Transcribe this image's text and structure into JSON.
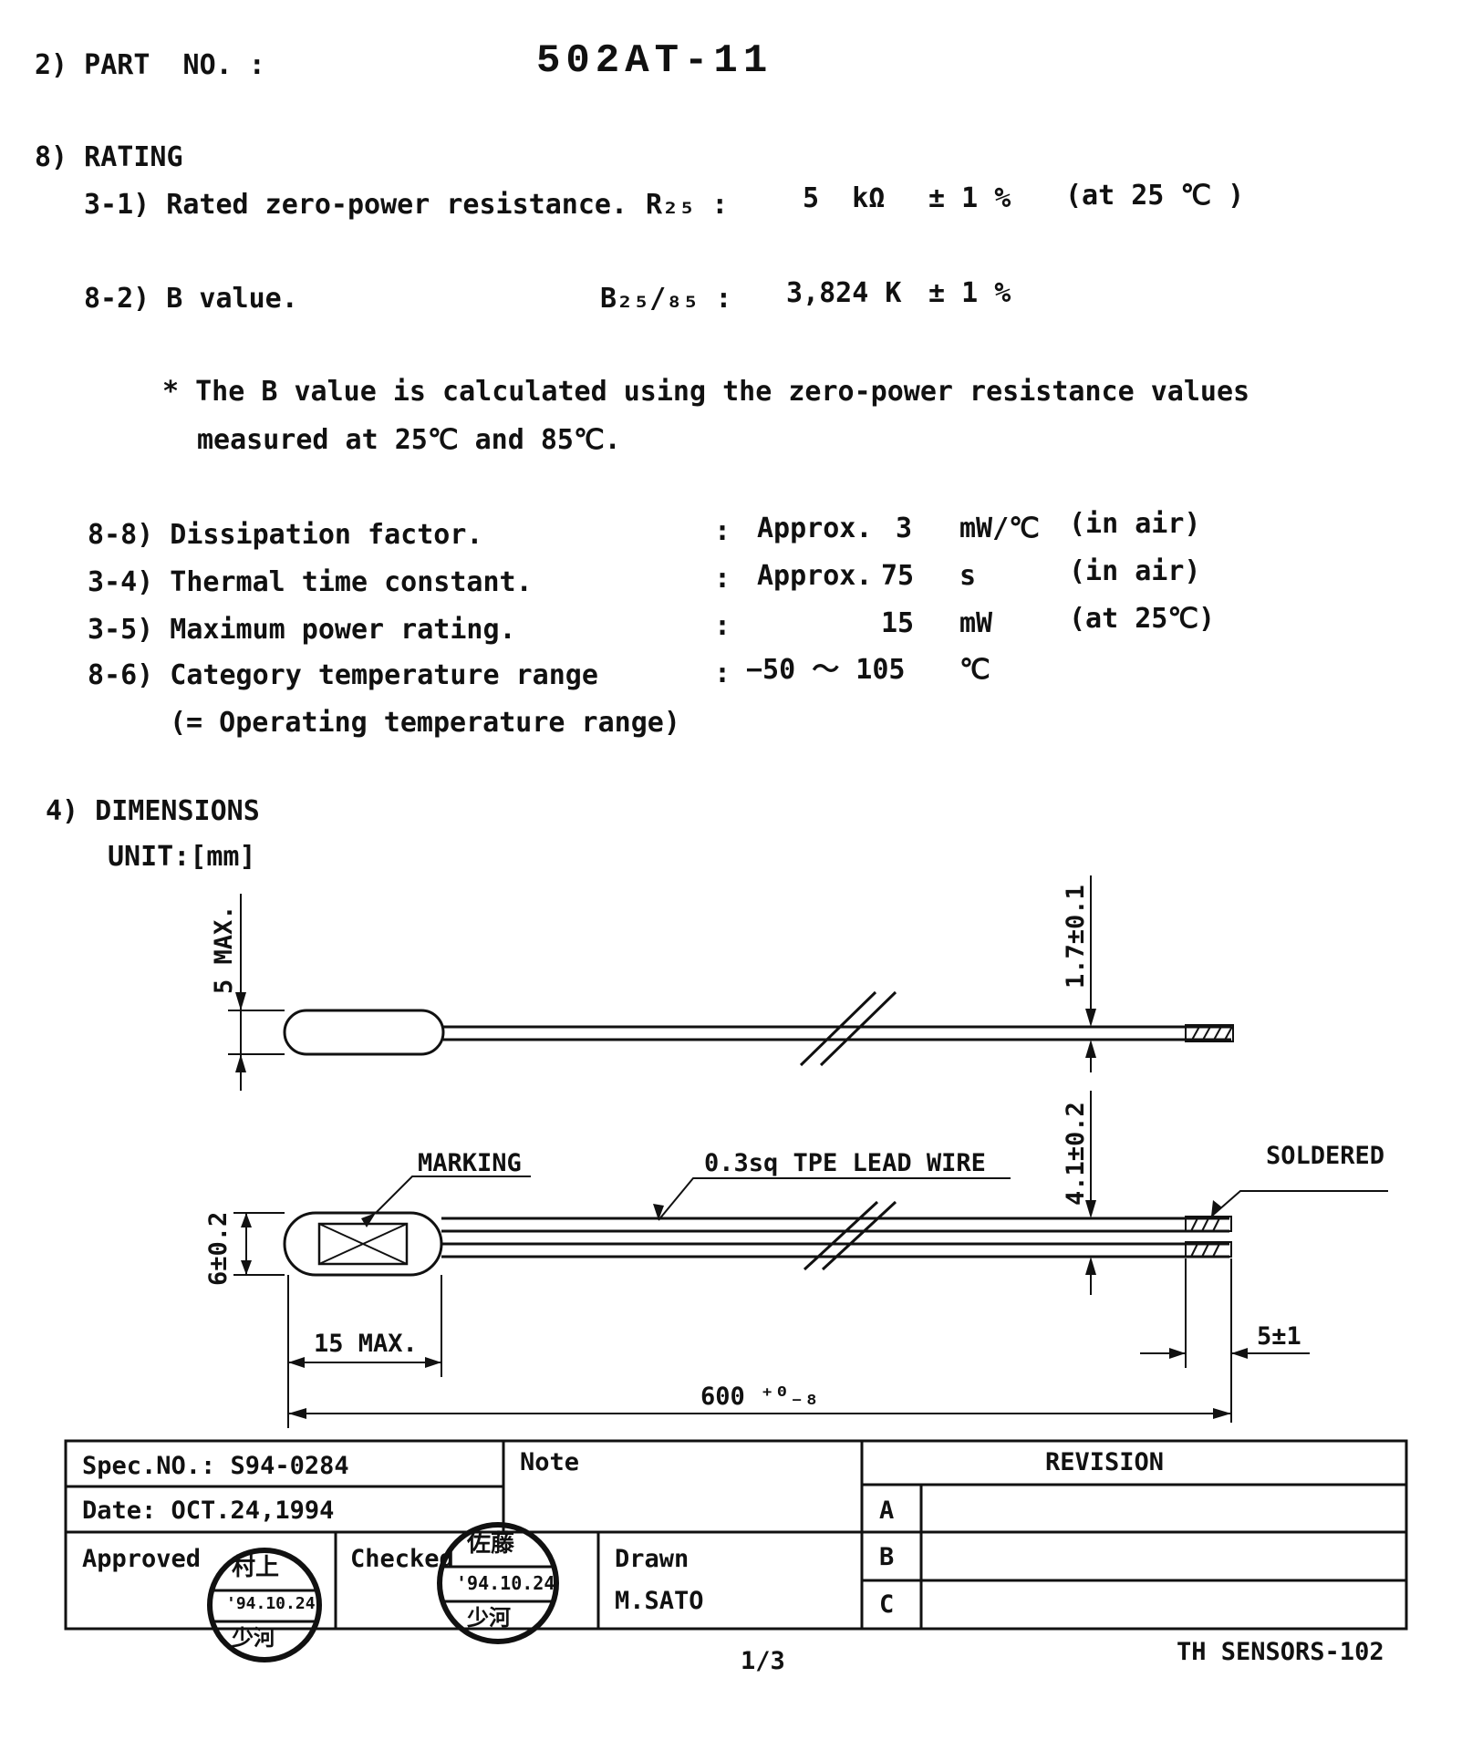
{
  "header": {
    "part_label": "2) PART  NO. :",
    "part_no": "502AT-11"
  },
  "rating": {
    "heading": "8) RATING",
    "r25": {
      "label": "3-1) Rated zero-power resistance.",
      "symbol": "R₂₅ :",
      "value": "5  kΩ",
      "tolerance": "± 1 %",
      "condition": "(at 25 ℃ )"
    },
    "bvalue": {
      "label": "8-2) B value.",
      "symbol": "B₂₅/₈₅ :",
      "value": "3,824 K",
      "tolerance": "± 1 %"
    },
    "note_line1": "* The B value is calculated using the zero-power resistance values",
    "note_line2": "measured at 25℃ and 85℃.",
    "items": [
      {
        "label": "8-8) Dissipation factor.",
        "colon": ":",
        "approx": "Approx.",
        "value": "3",
        "unit": "mW/℃",
        "cond": "(in air)"
      },
      {
        "label": "3-4) Thermal time constant.",
        "colon": ":",
        "approx": "Approx.",
        "value": "75",
        "unit": "s",
        "cond": "(in air)"
      },
      {
        "label": "3-5) Maximum power rating.",
        "colon": ":",
        "approx": "",
        "value": "15",
        "unit": "mW",
        "cond": "(at 25℃)"
      },
      {
        "label": "8-6) Category temperature range",
        "colon": ":",
        "approx": "",
        "value": "−50 〜 105",
        "unit": "℃",
        "cond": ""
      }
    ],
    "operating_note": "(= Operating temperature range)"
  },
  "dimensions": {
    "heading": "4) DIMENSIONS",
    "unit": "UNIT:[mm]",
    "labels": {
      "max5": "5 MAX.",
      "d17": "1.7±0.1",
      "d41": "4.1±0.2",
      "d6": "6±0.2",
      "marking": "MARKING",
      "leadwire": "0.3sq TPE LEAD WIRE",
      "soldered": "SOLDERED",
      "max15": "15 MAX.",
      "d5": "5±1",
      "d600": "600 ⁺⁰₋₈"
    }
  },
  "title_block": {
    "spec": "Spec.NO.: S94-0284",
    "date": "Date: OCT.24,1994",
    "note": "Note",
    "approved": "Approved",
    "checked": "Checked",
    "drawn": "Drawn",
    "drawn_by": "M.SATO",
    "revision": "REVISION",
    "rev_rows": [
      "A",
      "B",
      "C"
    ],
    "stamp1": {
      "top": "村上",
      "date": "'94.10.24",
      "bottom": "少河"
    },
    "stamp2": {
      "top": "佐藤",
      "date": "'94.10.24",
      "bottom": "少河"
    }
  },
  "footer": {
    "page": "1/3",
    "doc_no": "TH SENSORS-102"
  }
}
